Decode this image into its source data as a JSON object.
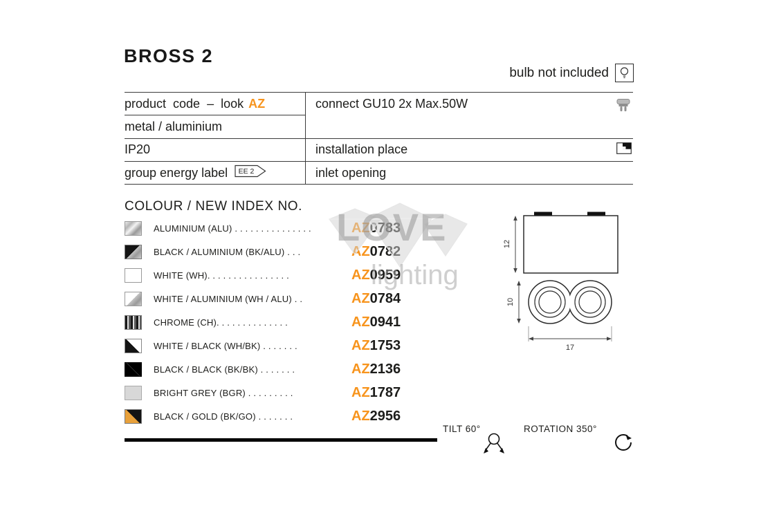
{
  "header": {
    "title": "BROSS 2",
    "bulb_note": "bulb not included"
  },
  "colors": {
    "accent": "#f7941d"
  },
  "spec": {
    "left_rows": [
      {
        "label": "product code – look",
        "accent": "AZ"
      },
      {
        "label": "metal / aluminium"
      },
      {
        "label": "IP20"
      },
      {
        "label": "group energy label",
        "badge": "EE 2"
      }
    ],
    "right_rows": [
      {
        "label": "connect GU10 2x Max.50W",
        "icon": "gu10-icon"
      },
      {
        "label": "installation place",
        "icon": "ceiling-mount-icon"
      },
      {
        "label": "inlet opening"
      }
    ]
  },
  "colours": {
    "heading": "COLOUR / NEW INDEX NO.",
    "items": [
      {
        "label": "ALUMINIUM (ALU)",
        "dots": " . . . . . . . . . . . . . . .",
        "prefix": "AZ",
        "code": "0783",
        "swatch": "aluminium"
      },
      {
        "label": "BLACK / ALUMINIUM (BK/ALU)",
        "dots": " . . .",
        "prefix": "AZ",
        "code": "0782",
        "swatch": "black-aluminium"
      },
      {
        "label": "WHITE (WH)",
        "dots": ". . . . . . . . . . . . . . . .",
        "prefix": "AZ",
        "code": "0959",
        "swatch": "white"
      },
      {
        "label": "WHITE / ALUMINIUM (WH / ALU)",
        "dots": " . .",
        "prefix": "AZ",
        "code": "0784",
        "swatch": "white-aluminium"
      },
      {
        "label": "CHROME (CH)",
        "dots": ". . . . . . . . . . . . . .",
        "prefix": "AZ",
        "code": "0941",
        "swatch": "chrome"
      },
      {
        "label": "WHITE / BLACK (WH/BK)",
        "dots": " . . . . . . .",
        "prefix": "AZ",
        "code": "1753",
        "swatch": "white-black"
      },
      {
        "label": "BLACK / BLACK (BK/BK)",
        "dots": " . . . . . . .",
        "prefix": "AZ",
        "code": "2136",
        "swatch": "black-black"
      },
      {
        "label": "BRIGHT GREY (BGR)",
        "dots": " . . . . . . . . .",
        "prefix": "AZ",
        "code": "1787",
        "swatch": "bright-grey"
      },
      {
        "label": "BLACK / GOLD (BK/GO)",
        "dots": " . . . . . . .",
        "prefix": "AZ",
        "code": "2956",
        "swatch": "black-gold"
      }
    ]
  },
  "drawing": {
    "height_mm": "12",
    "depth_mm": "10",
    "width_mm": "17"
  },
  "footer": {
    "tilt": "TILT 60°",
    "rotation": "ROTATION 350°"
  },
  "watermark": {
    "line1": "LOVE",
    "line2": "lighting"
  }
}
